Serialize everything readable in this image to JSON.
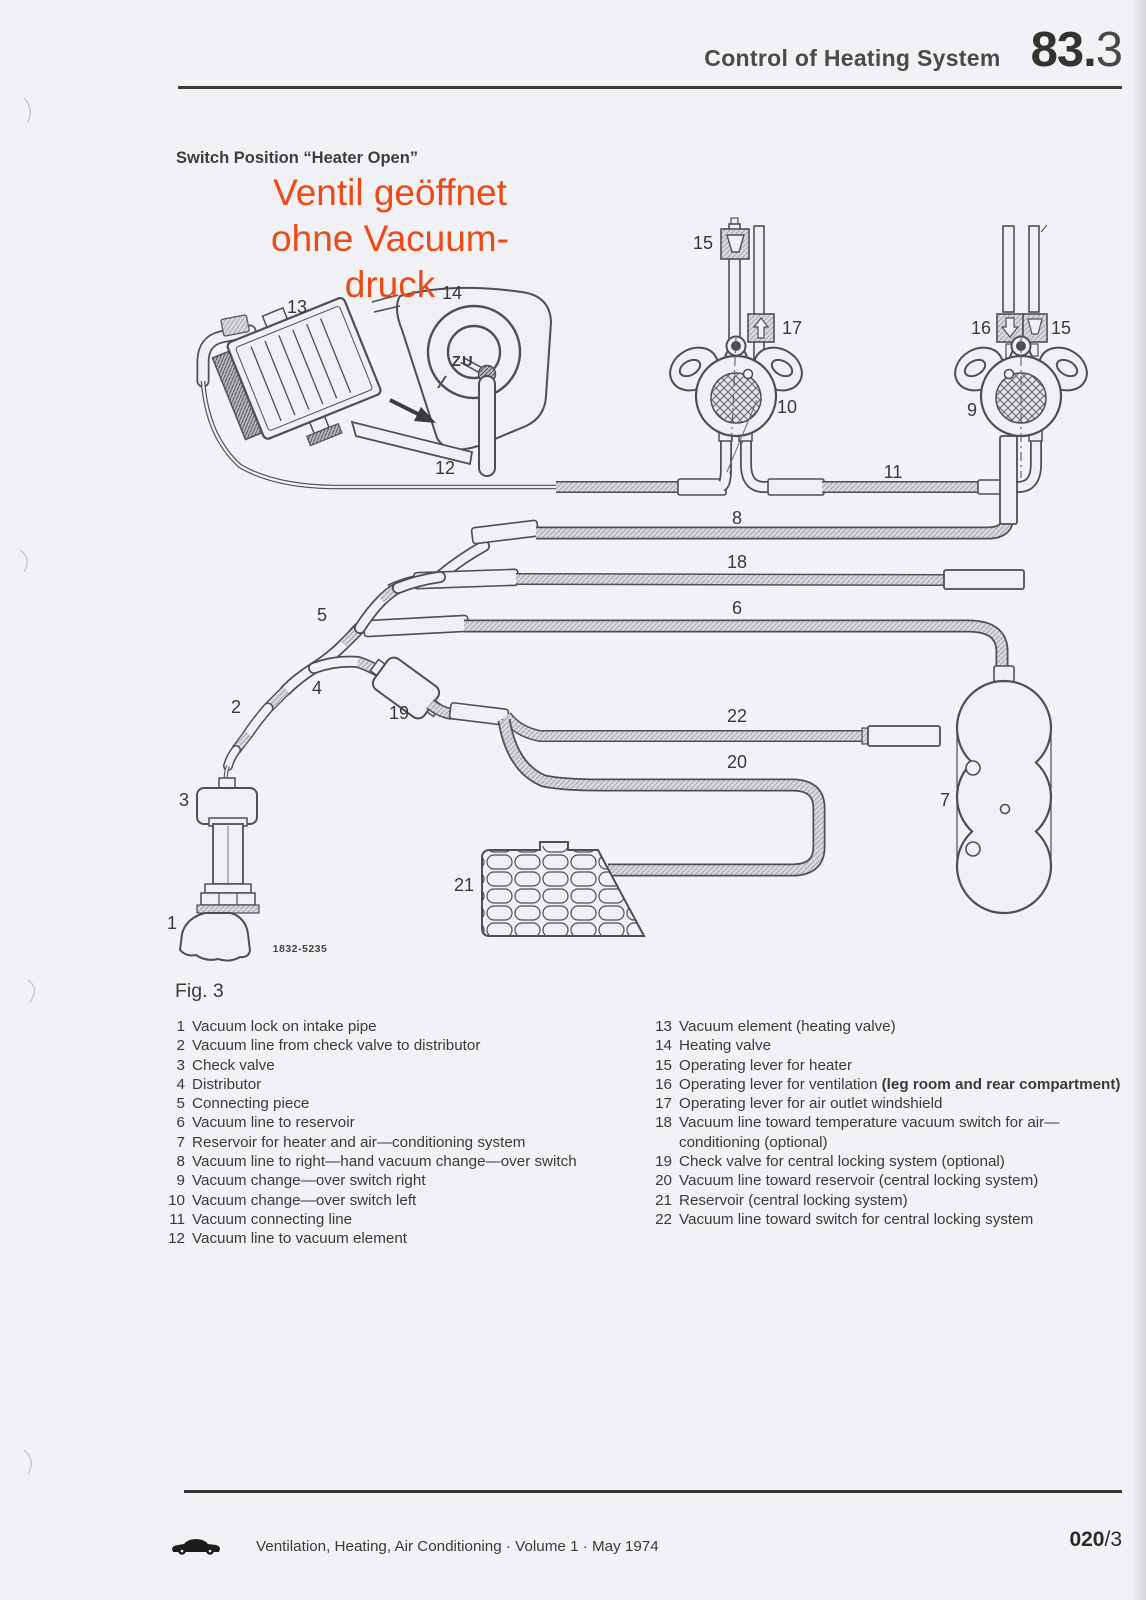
{
  "page": {
    "header": {
      "title": "Control of Heating System",
      "section_bold": "83.",
      "section_light": "3"
    },
    "subtitle": "Switch Position “Heater Open”",
    "annotation": {
      "line1": "Ventil geöffnet",
      "line2": "ohne Vacuum-",
      "line3": "druck",
      "color": "#ee4a15"
    },
    "figure": {
      "caption": "Fig. 3",
      "drawing_number": "1832-5235",
      "callouts": {
        "1": "1",
        "2": "2",
        "3": "3",
        "4": "4",
        "5": "5",
        "6": "6",
        "7": "7",
        "8": "8",
        "9": "9",
        "10": "10",
        "11": "11",
        "12": "12",
        "13": "13",
        "14": "14",
        "15": "15",
        "16": "16",
        "17": "17",
        "18": "18",
        "19": "19",
        "20": "20",
        "21": "21",
        "22": "22",
        "zu": "ZU"
      }
    },
    "legend": {
      "left": [
        {
          "num": "1",
          "text": "Vacuum lock on intake pipe"
        },
        {
          "num": "2",
          "text": "Vacuum line from check valve to distributor"
        },
        {
          "num": "3",
          "text": "Check valve"
        },
        {
          "num": "4",
          "text": "Distributor"
        },
        {
          "num": "5",
          "text": "Connecting piece"
        },
        {
          "num": "6",
          "text": "Vacuum line to reservoir"
        },
        {
          "num": "7",
          "text": "Reservoir for heater and air—conditioning system"
        },
        {
          "num": "8",
          "text": "Vacuum line to right—hand vacuum change—over switch"
        },
        {
          "num": "9",
          "text": "Vacuum change—over switch right"
        },
        {
          "num": "10",
          "text": "Vacuum change—over switch left"
        },
        {
          "num": "11",
          "text": "Vacuum connecting line"
        },
        {
          "num": "12",
          "text": "Vacuum line to vacuum element"
        }
      ],
      "right": [
        {
          "num": "13",
          "text": "Vacuum element (heating valve)"
        },
        {
          "num": "14",
          "text": "Heating valve"
        },
        {
          "num": "15",
          "text": "Operating lever for heater"
        },
        {
          "num": "16",
          "text": "Operating lever for ventilation ",
          "bold": "(leg room and rear compartment)"
        },
        {
          "num": "17",
          "text": "Operating lever for air outlet windshield"
        },
        {
          "num": "18",
          "text": "Vacuum line toward temperature vacuum switch for air—",
          "text2": "conditioning (optional)"
        },
        {
          "num": "19",
          "text": "Check valve for central locking system (optional)"
        },
        {
          "num": "20",
          "text": "Vacuum line toward reservoir (central locking system)"
        },
        {
          "num": "21",
          "text": "Reservoir (central locking system)"
        },
        {
          "num": "22",
          "text": "Vacuum line toward switch for central locking system"
        }
      ]
    },
    "footer": {
      "publication": "Ventilation, Heating, Air Conditioning · Volume 1 · May 1974",
      "page_number_bold": "020",
      "page_number_suffix": "/3"
    }
  }
}
